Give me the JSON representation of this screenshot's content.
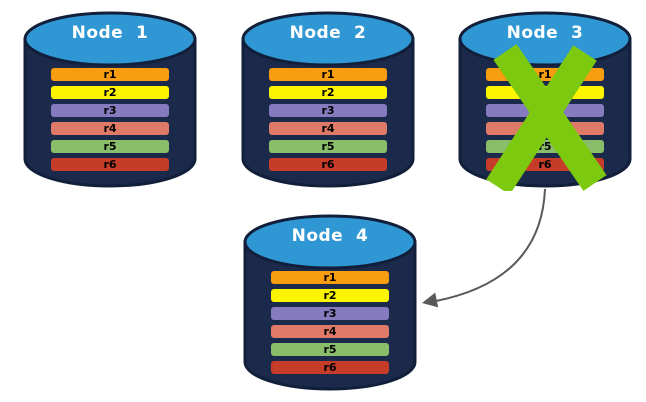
{
  "colors": {
    "background": "#ffffff",
    "cylinder_body": "#1B2A4B",
    "cylinder_outline": "#121F3A",
    "cylinder_top": "#2F97D4",
    "node_label_text": "#ffffff",
    "row_text": "#000000",
    "failure_x": "#7DC90F",
    "arrow": "#595959"
  },
  "rows": [
    {
      "label": "r1",
      "color": "#F89C10"
    },
    {
      "label": "r2",
      "color": "#FDF500"
    },
    {
      "label": "r3",
      "color": "#867BBE"
    },
    {
      "label": "r4",
      "color": "#DF7968"
    },
    {
      "label": "r5",
      "color": "#89BD69"
    },
    {
      "label": "r6",
      "color": "#C53C29"
    }
  ],
  "nodes": [
    {
      "label": "Node  1",
      "failed": false
    },
    {
      "label": "Node  2",
      "failed": false
    },
    {
      "label": "Node  3",
      "failed": true
    },
    {
      "label": "Node  4",
      "failed": false
    }
  ],
  "arrow": {
    "from": "Node  3",
    "to": "Node  4"
  }
}
